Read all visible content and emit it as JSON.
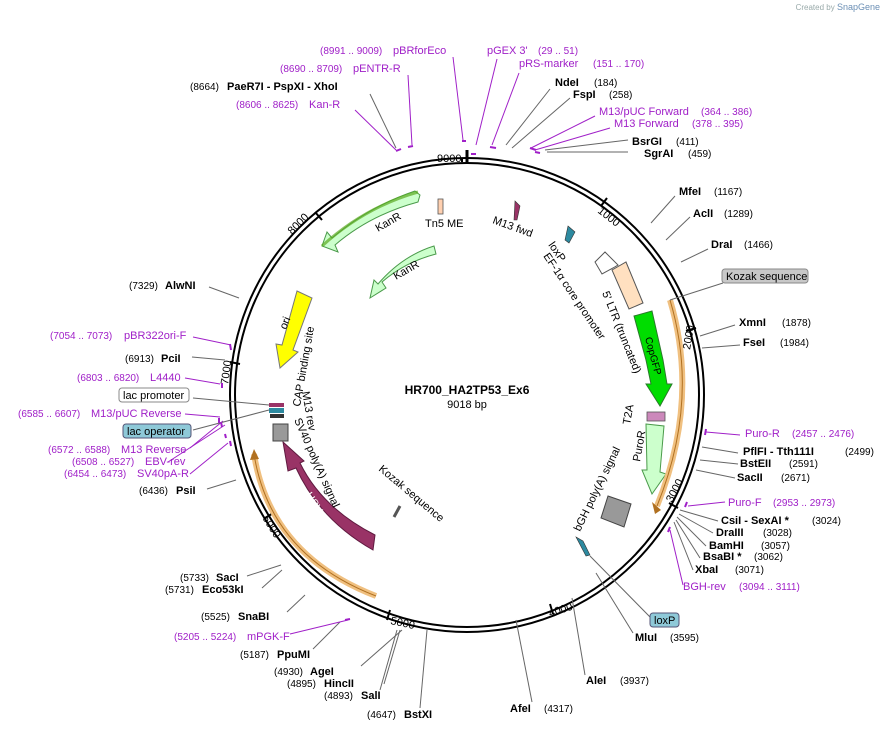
{
  "credit": {
    "prefix": "Created by",
    "brand": "SnapGene"
  },
  "plasmid": {
    "name": "HR700_HA2TP53_Ex6",
    "size": "9018 bp"
  },
  "ticks": [
    "1000",
    "2000",
    "3000",
    "4000",
    "5000",
    "6000",
    "7000",
    "8000",
    "9000"
  ],
  "enzymes": [
    {
      "name": "NdeI",
      "pos": "(184)"
    },
    {
      "name": "FspI",
      "pos": "(258)"
    },
    {
      "name": "BsrGI",
      "pos": "(411)"
    },
    {
      "name": "SgrAI",
      "pos": "(459)"
    },
    {
      "name": "MfeI",
      "pos": "(1167)"
    },
    {
      "name": "AclI",
      "pos": "(1289)"
    },
    {
      "name": "DraI",
      "pos": "(1466)"
    },
    {
      "name": "XmnI",
      "pos": "(1878)"
    },
    {
      "name": "FseI",
      "pos": "(1984)"
    },
    {
      "name": "PflFI - Tth111I",
      "pos": "(2499)"
    },
    {
      "name": "BstEII",
      "pos": "(2591)"
    },
    {
      "name": "SacII",
      "pos": "(2671)"
    },
    {
      "name": "CsiI - SexAI *",
      "pos": "(3024)"
    },
    {
      "name": "DraIII",
      "pos": "(3028)"
    },
    {
      "name": "BamHI",
      "pos": "(3057)"
    },
    {
      "name": "BsaBI *",
      "pos": "(3062)"
    },
    {
      "name": "XbaI",
      "pos": "(3071)"
    },
    {
      "name": "MluI",
      "pos": "(3595)"
    },
    {
      "name": "AleI",
      "pos": "(3937)"
    },
    {
      "name": "AfeI",
      "pos": "(4317)"
    },
    {
      "name": "BstXI",
      "pos": "(4647)"
    },
    {
      "name": "SalI",
      "pos": "(4893)"
    },
    {
      "name": "HincII",
      "pos": "(4895)"
    },
    {
      "name": "AgeI",
      "pos": "(4930)"
    },
    {
      "name": "PpuMI",
      "pos": "(5187)"
    },
    {
      "name": "SnaBI",
      "pos": "(5525)"
    },
    {
      "name": "Eco53kI",
      "pos": "(5731)"
    },
    {
      "name": "SacI",
      "pos": "(5733)"
    },
    {
      "name": "PsiI",
      "pos": "(6436)"
    },
    {
      "name": "PciI",
      "pos": "(6913)"
    },
    {
      "name": "AlwNI",
      "pos": "(7329)"
    },
    {
      "name": "PaeR7I - PspXI - XhoI",
      "pos": "(8664)"
    }
  ],
  "primers": [
    {
      "name": "pBRforEco",
      "pos": "(8991 .. 9009)"
    },
    {
      "name": "pGEX 3'",
      "pos": "(29 .. 51)"
    },
    {
      "name": "pRS-marker",
      "pos": "(151 .. 170)"
    },
    {
      "name": "pENTR-R",
      "pos": "(8690 .. 8709)"
    },
    {
      "name": "Kan-R",
      "pos": "(8606 .. 8625)"
    },
    {
      "name": "M13/pUC Forward",
      "pos": "(364 .. 386)"
    },
    {
      "name": "M13 Forward",
      "pos": "(378 .. 395)"
    },
    {
      "name": "pBR322ori-F",
      "pos": "(7054 .. 7073)"
    },
    {
      "name": "L4440",
      "pos": "(6803 .. 6820)"
    },
    {
      "name": "M13/pUC Reverse",
      "pos": "(6585 .. 6607)"
    },
    {
      "name": "M13 Reverse",
      "pos": "(6572 .. 6588)"
    },
    {
      "name": "EBV-rev",
      "pos": "(6508 .. 6527)"
    },
    {
      "name": "SV40pA-R",
      "pos": "(6454 .. 6473)"
    },
    {
      "name": "Puro-R",
      "pos": "(2457 .. 2476)"
    },
    {
      "name": "Puro-F",
      "pos": "(2953 .. 2973)"
    },
    {
      "name": "BGH-rev",
      "pos": "(3094 .. 3111)"
    },
    {
      "name": "mPGK-F",
      "pos": "(5205 .. 5224)"
    }
  ],
  "boxed_features": {
    "kozak": "Kozak sequence",
    "lac_promoter": "lac promoter",
    "lac_operator": "lac operator",
    "loxp": "loxP"
  },
  "features": {
    "tn5me": "Tn5 ME",
    "m13fwd": "M13 fwd",
    "loxp_in": "loxP",
    "ef1a": "EF-1α core promoter",
    "ltr": "5' LTR (truncated)",
    "copgfp": "CopGFP",
    "t2a": "T2A",
    "puror": "PuroR",
    "bgh": "bGH poly(A) signal",
    "kozak_in": "Kozak sequence",
    "hsvtk": "HSV TK",
    "sv40": "SV40 poly(A) signal",
    "m13rev": "M13 rev",
    "cap": "CAP binding site",
    "ori": "ori",
    "kanr1": "KanR",
    "kanr2": "KanR"
  },
  "colors": {
    "kanr": "#ccffcc",
    "kanr_border": "#4a9a4a",
    "ori": "#ffff00",
    "copgfp": "#00dd00",
    "hsvtk": "#993366",
    "primer": "#a020c8",
    "ltr": "#ffe0c0",
    "orange_arc": "#f0c080"
  }
}
